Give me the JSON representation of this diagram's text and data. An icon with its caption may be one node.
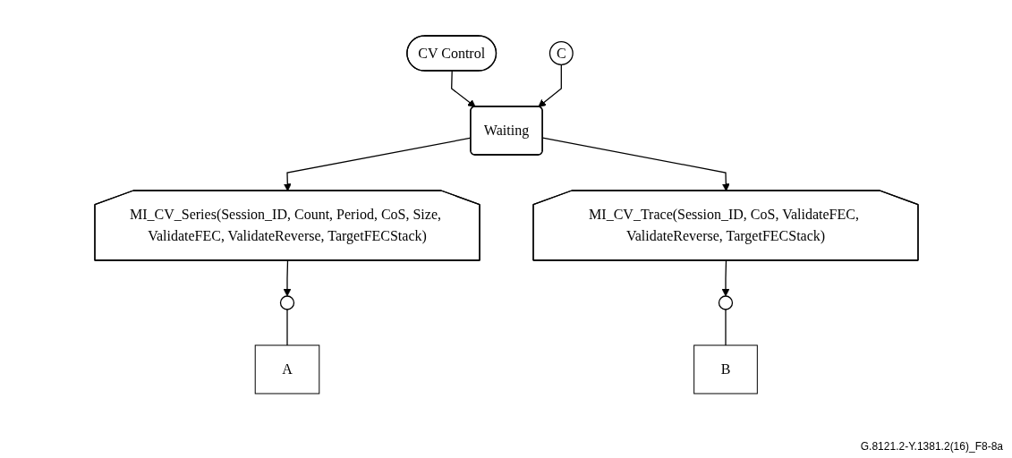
{
  "diagram": {
    "caption": "G.8121.2-Y.1381.2(16)_F8-8a",
    "nodes": [
      {
        "text": [
          "CV Control"
        ]
      },
      {
        "text": [
          "C"
        ]
      },
      {
        "text": [
          "Waiting"
        ]
      },
      {
        "text": [
          "MI_CV_Series(Session_ID, Count, Period, CoS, Size, ValidateFEC, ValidateReverse, TargetFECStack)"
        ]
      },
      {
        "text": [
          "MI_CV_Trace(Session_ID, CoS, ValidateFEC, ValidateReverse, TargetFECStack)"
        ]
      },
      {
        "text": [],
        "shape": "circle",
        "beside": [
          "A"
        ]
      },
      {
        "text": [],
        "shape": "circle",
        "beside": [
          "B"
        ]
      }
    ],
    "edges": [
      {
        "from": 0,
        "to": 2,
        "arrow": "to"
      },
      {
        "from": 1,
        "to": 2,
        "arrow": "to"
      },
      {
        "from": 2,
        "to": 3,
        "arrow": "to"
      },
      {
        "from": 2,
        "to": 4,
        "arrow": "to"
      },
      {
        "from": 3,
        "to": 5,
        "arrow": "to"
      },
      {
        "from": 4,
        "to": 6,
        "arrow": "to"
      }
    ]
  }
}
